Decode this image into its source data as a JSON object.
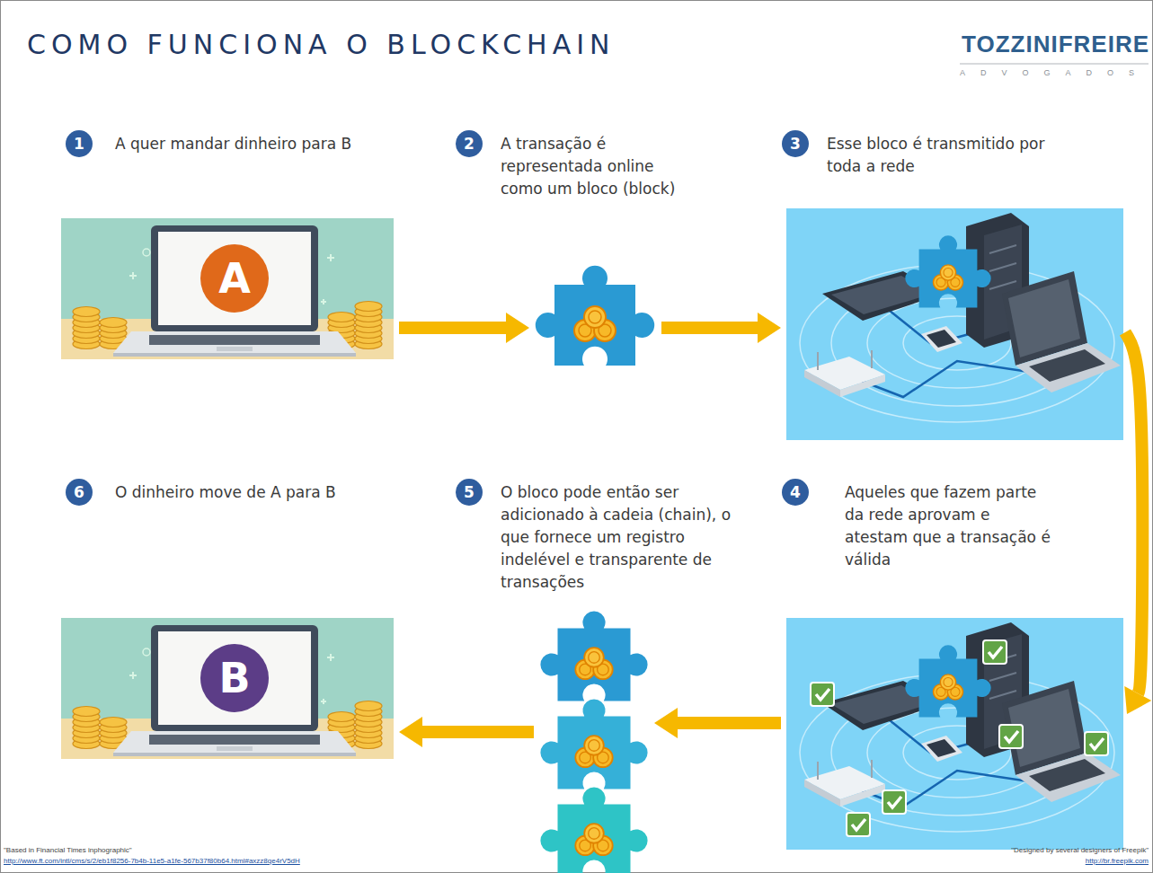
{
  "diagram": {
    "title": "COMO FUNCIONA O BLOCKCHAIN",
    "nodes": [
      {
        "text": [
          "1",
          "A quer mandar dinheiro para B"
        ]
      },
      {
        "text": [
          "A"
        ],
        "in": 0
      },
      {
        "text": [
          "2",
          "A transação é representada online como um bloco (block)"
        ]
      },
      {
        "text": [
          "3",
          "Esse bloco é transmitido por toda a rede"
        ]
      },
      {
        "text": [
          "4",
          "Aqueles que fazem parte da rede aprovam e atestam que a transação é válida"
        ]
      },
      {
        "text": [
          "5",
          "O bloco pode então ser adicionado à cadeia (chain), o que fornece um registro indelével e transparente de transações"
        ]
      },
      {
        "text": [
          "6",
          "O dinheiro move de A para B"
        ]
      },
      {
        "text": [
          "B"
        ],
        "in": 6
      }
    ],
    "edges": [
      {
        "from": 0,
        "to": 2,
        "arrow": "to"
      },
      {
        "from": 2,
        "to": 3,
        "arrow": "to"
      },
      {
        "from": 3,
        "to": 4,
        "arrow": "to"
      },
      {
        "from": 4,
        "to": 5,
        "arrow": "to"
      },
      {
        "from": 5,
        "to": 6,
        "arrow": "to"
      }
    ],
    "labels": [
      "TOZZINIFREIRE",
      "ADVOGADOS",
      "\"Based in Financial Times inphographic\"",
      "http://www.ft.com/intl/cms/s/2/eb1f8256-7b4b-11e5-a1fe-567b37f80b64.html#axzz8qe4rV5dH",
      "\"Designed by several designers of Freepik\"",
      "http://br.freepik.com"
    ]
  }
}
